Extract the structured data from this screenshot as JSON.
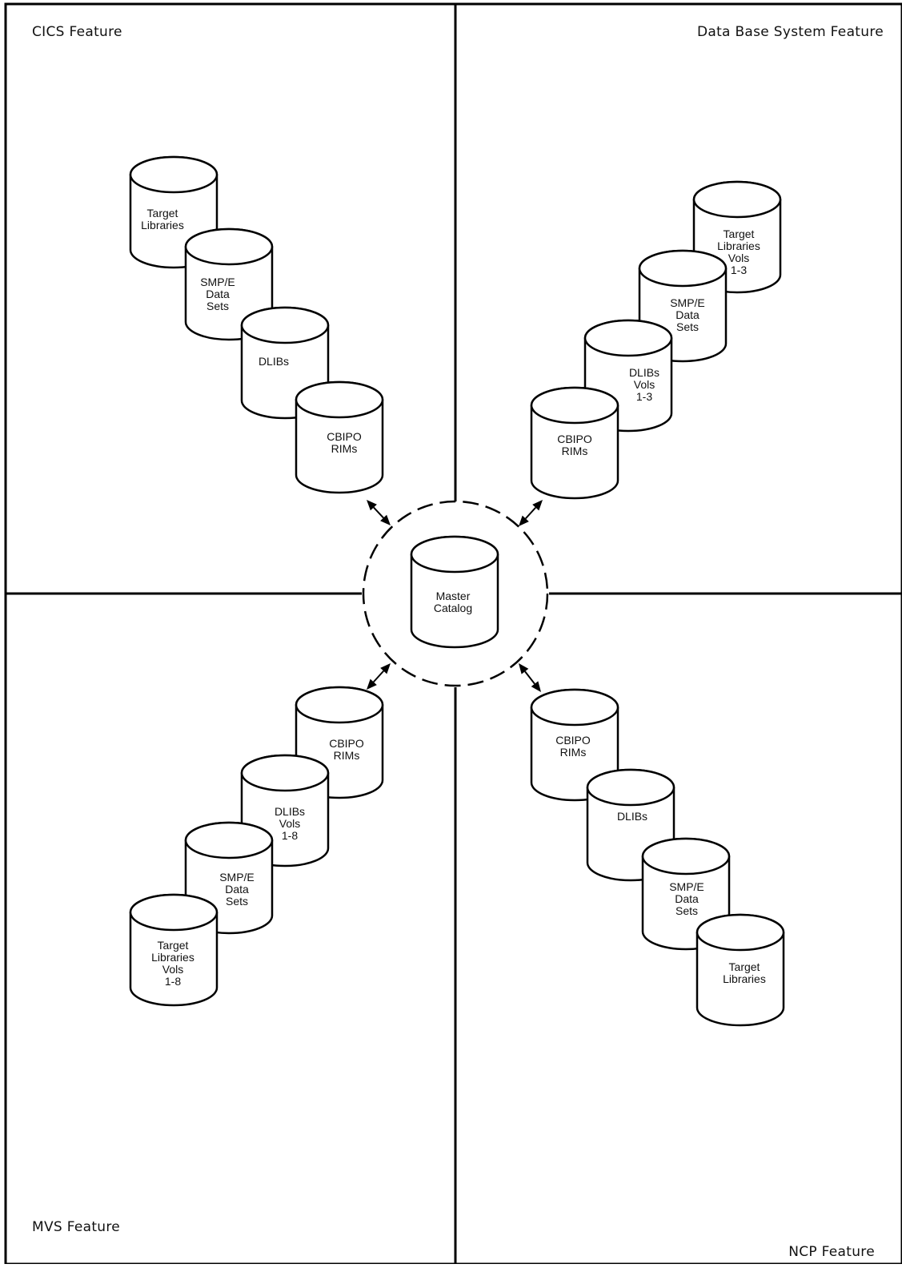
{
  "quadrants": {
    "top_left": {
      "title": "CICS Feature"
    },
    "top_right": {
      "title": "Data Base System Feature"
    },
    "bottom_left": {
      "title": "MVS Feature"
    },
    "bottom_right": {
      "title": "NCP Feature"
    }
  },
  "center": {
    "lines": [
      "Master",
      "Catalog"
    ]
  },
  "stacks": {
    "cics": [
      {
        "lines": [
          "Target",
          "Libraries"
        ]
      },
      {
        "lines": [
          "SMP/E",
          "Data",
          "Sets"
        ]
      },
      {
        "lines": [
          "DLIBs"
        ]
      },
      {
        "lines": [
          "CBIPO",
          "RIMs"
        ]
      }
    ],
    "dbs": [
      {
        "lines": [
          "Target",
          "Libraries",
          "Vols",
          "1-3"
        ]
      },
      {
        "lines": [
          "SMP/E",
          "Data",
          "Sets"
        ]
      },
      {
        "lines": [
          "DLIBs",
          "Vols",
          "1-3"
        ]
      },
      {
        "lines": [
          "CBIPO",
          "RIMs"
        ]
      }
    ],
    "mvs": [
      {
        "lines": [
          "CBIPO",
          "RIMs"
        ]
      },
      {
        "lines": [
          "DLIBs",
          "Vols",
          "1-8"
        ]
      },
      {
        "lines": [
          "SMP/E",
          "Data",
          "Sets"
        ]
      },
      {
        "lines": [
          "Target",
          "Libraries",
          "Vols",
          "1-8"
        ]
      }
    ],
    "ncp": [
      {
        "lines": [
          "CBIPO",
          "RIMs"
        ]
      },
      {
        "lines": [
          "DLIBs"
        ]
      },
      {
        "lines": [
          "SMP/E",
          "Data",
          "Sets"
        ]
      },
      {
        "lines": [
          "Target",
          "Libraries"
        ]
      }
    ]
  }
}
